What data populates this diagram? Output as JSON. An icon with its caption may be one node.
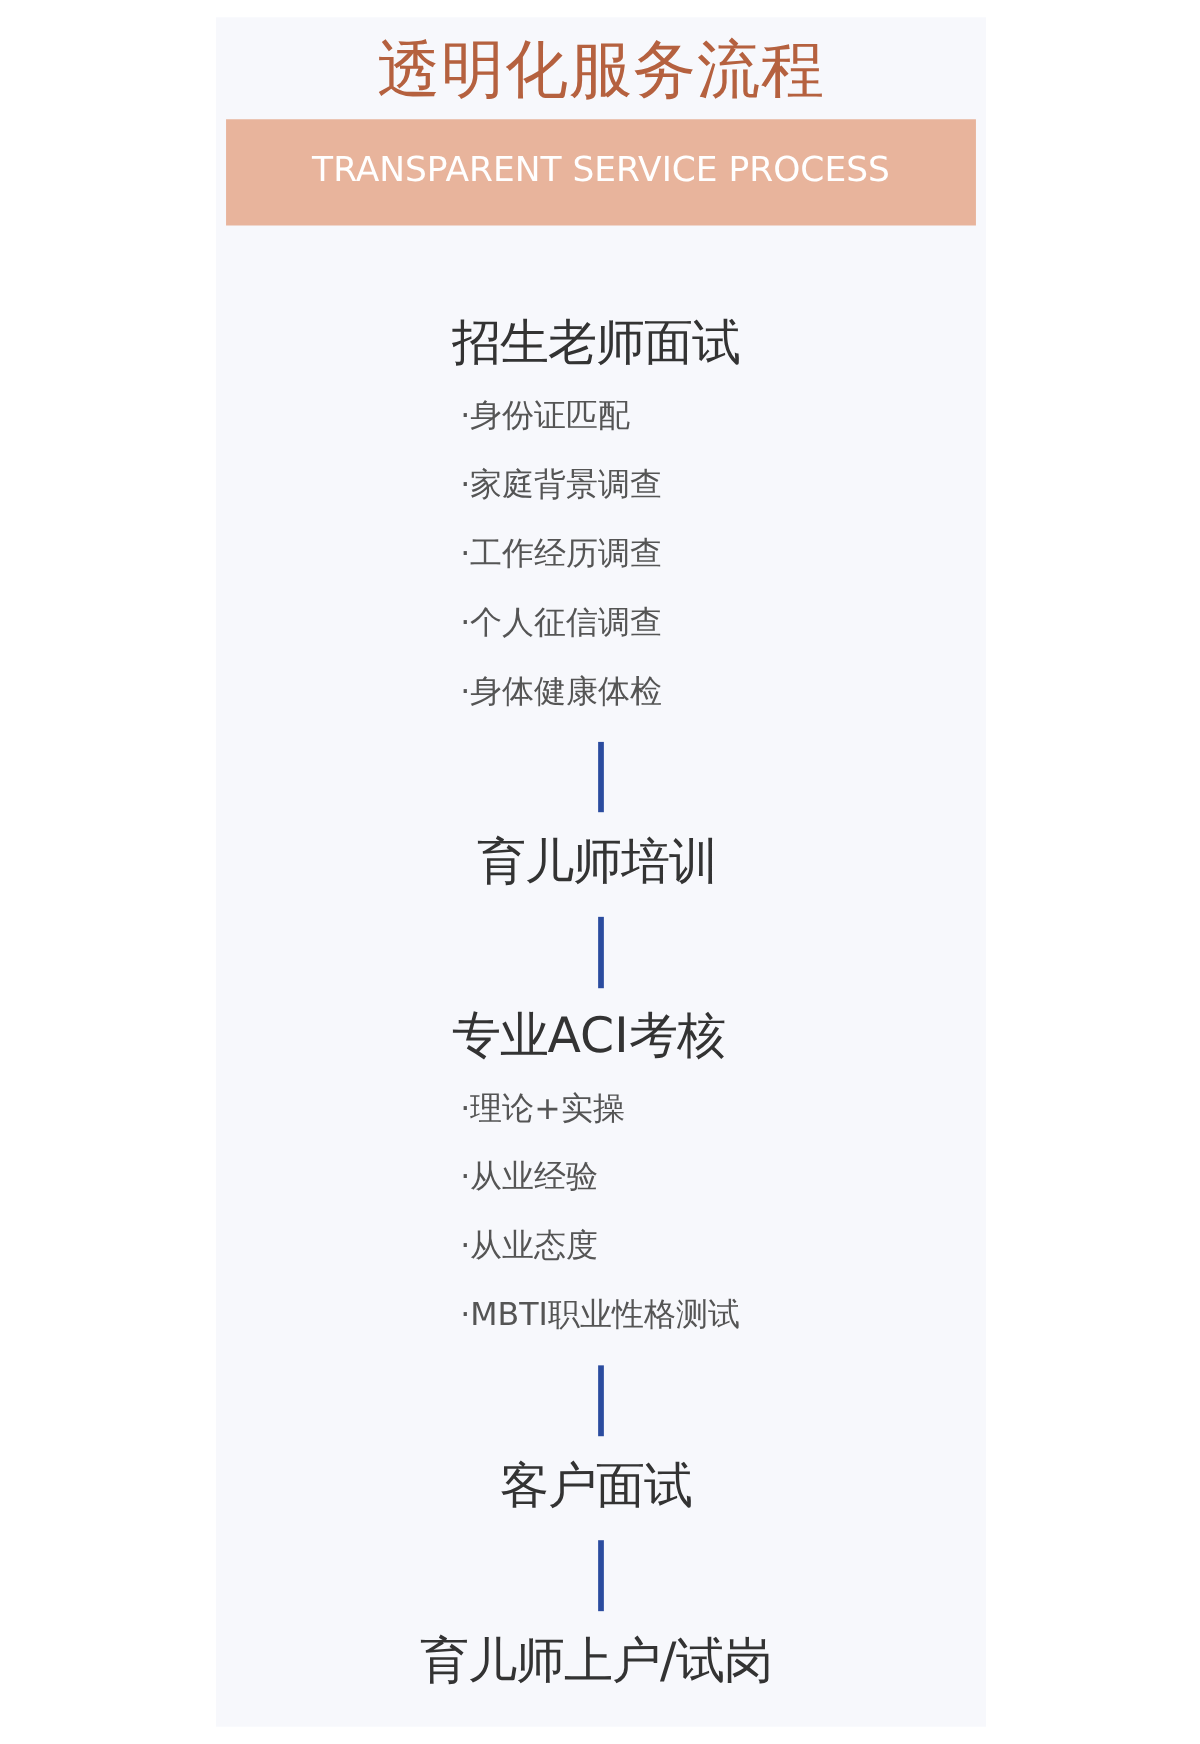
{
  "diagram": {
    "title": "透明化服务流程",
    "nodes": [
      {
        "text": [
          "招生老师面试"
        ],
        "beside": [
          "·身份证匹配",
          "·家庭背景调查",
          "·工作经历调查",
          "·个人征信调查",
          "·身体健康体检"
        ]
      },
      {
        "text": [
          "育儿师培训"
        ]
      },
      {
        "text": [
          "专业ACI考核"
        ],
        "beside": [
          "·理论+实操",
          "·从业经验",
          "·从业态度",
          "·MBTI职业性格测试"
        ]
      },
      {
        "text": [
          "客户面试"
        ]
      },
      {
        "text": [
          "育儿师上户/试岗"
        ]
      }
    ],
    "edges": [
      {
        "from": 0,
        "to": 1,
        "arrow": "none"
      },
      {
        "from": 1,
        "to": 2,
        "arrow": "none"
      },
      {
        "from": 2,
        "to": 3,
        "arrow": "none"
      },
      {
        "from": 3,
        "to": 4,
        "arrow": "none"
      }
    ],
    "labels": [
      "TRANSPARENT SERVICE PROCESS"
    ]
  }
}
